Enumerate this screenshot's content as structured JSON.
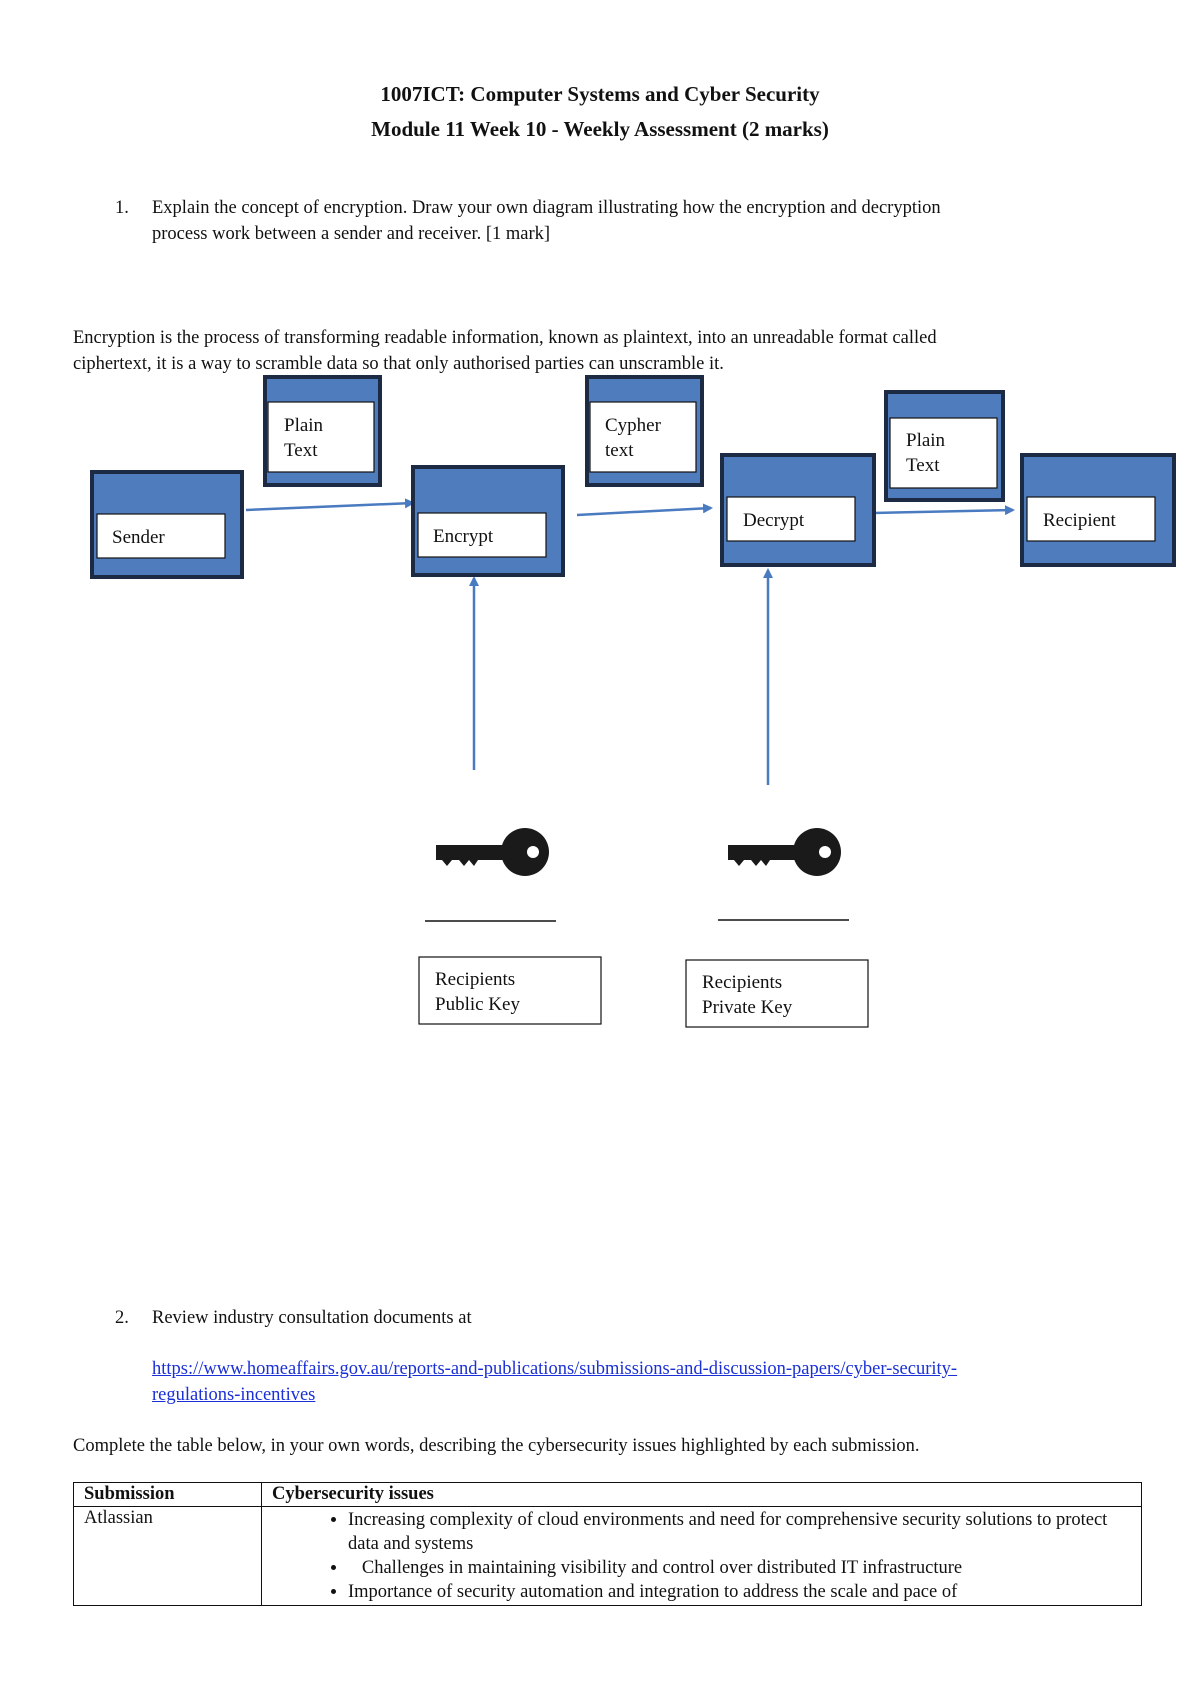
{
  "header": {
    "title_line1": "1007ICT: Computer Systems and Cyber Security",
    "title_line2": "Module 11 Week 10 - Weekly Assessment (2 marks)"
  },
  "q1": {
    "number": "1.",
    "text_line1": "Explain the concept of encryption. Draw your own diagram illustrating how the encryption and decryption",
    "text_line2": "process work between a sender and receiver. [1 mark]"
  },
  "answer1": {
    "line1": "Encryption is the process of transforming readable information, known as plaintext, into an unreadable format called",
    "line2": "ciphertext, it is a way to scramble data so that only authorised parties can unscramble it."
  },
  "diagram": {
    "sender": "Sender",
    "encrypt": "Encrypt",
    "decrypt": "Decrypt",
    "recipient": "Recipient",
    "plain_text_1": [
      "Plain",
      "Text"
    ],
    "cypher_text": [
      "Cypher",
      "text"
    ],
    "plain_text_2": [
      "Plain",
      "Text"
    ],
    "public_key": [
      "Recipients",
      "Public Key"
    ],
    "private_key": [
      "Recipients",
      "Private Key"
    ],
    "colors": {
      "box_fill": "#4f7cbd",
      "box_border": "#1c2a44",
      "arrow": "#4a7bc0",
      "key": "#1a1a1a"
    }
  },
  "q2": {
    "number": "2.",
    "text": "Review industry consultation documents at",
    "link_line1": "https://www.homeaffairs.gov.au/reports-and-publications/submissions-and-discussion-papers/cyber-security-",
    "link_line2": "regulations-incentives",
    "instruction": "Complete the table below, in your own words, describing the cybersecurity issues highlighted by each submission."
  },
  "table": {
    "headers": [
      "Submission",
      "Cybersecurity issues"
    ],
    "rows": [
      {
        "submission": "Atlassian",
        "issues": [
          "Increasing complexity of cloud environments and need for comprehensive security solutions to protect data and systems",
          "   Challenges in maintaining visibility and control over distributed IT infrastructure",
          "Importance of security automation and integration to address the scale and pace of"
        ]
      }
    ]
  }
}
